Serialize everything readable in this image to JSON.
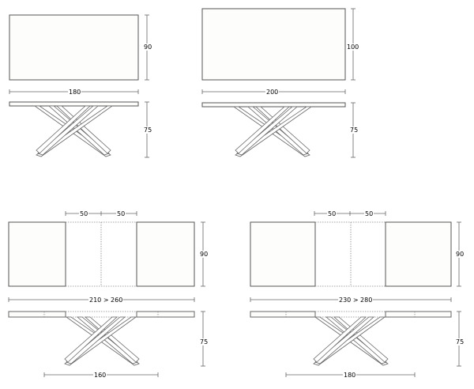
{
  "drawings": [
    {
      "name": "table-180x90",
      "plan": {
        "width_label": "180",
        "depth_label": "90"
      },
      "elevation": {
        "height_label": "75"
      }
    },
    {
      "name": "table-200x100",
      "plan": {
        "width_label": "200",
        "depth_label": "100"
      },
      "elevation": {
        "height_label": "75"
      }
    },
    {
      "name": "extendable-table-210-260",
      "plan": {
        "extension_labels": [
          "50",
          "50"
        ],
        "width_label": "210 > 260",
        "depth_label": "90"
      },
      "elevation": {
        "height_label": "75",
        "base_label": "160"
      }
    },
    {
      "name": "extendable-table-230-280",
      "plan": {
        "extension_labels": [
          "50",
          "50"
        ],
        "width_label": "230 > 280",
        "depth_label": "90"
      },
      "elevation": {
        "height_label": "75",
        "base_label": "180"
      }
    }
  ],
  "colors": {
    "line": "#555555",
    "background": "#ffffff",
    "panel_fill": "#fdfdfb"
  }
}
